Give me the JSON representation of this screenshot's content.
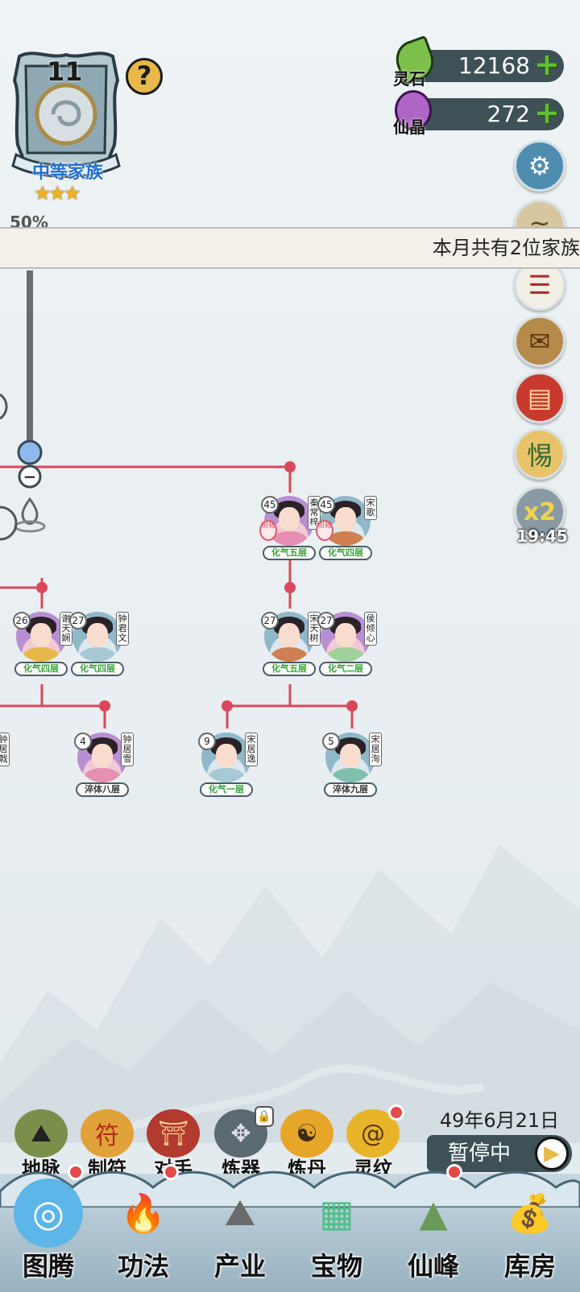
{
  "clan": {
    "level": "11",
    "name": "中等家族",
    "stars": "★★★",
    "progress": "50%",
    "help": "?"
  },
  "resources": [
    {
      "label": "灵石",
      "value": "12168",
      "color": "#7cc04b"
    },
    {
      "label": "仙晶",
      "value": "272",
      "color": "#b066c7"
    }
  ],
  "side_buttons": {
    "speed_label": "x2",
    "speed_timer": "19:45"
  },
  "notice": "本月共有2位家族",
  "tree_controls": {
    "collapse": "−"
  },
  "members": [
    {
      "id": "qin",
      "age": "45",
      "name": "秦常梓",
      "realm": "化气五层",
      "gender": "f",
      "seal": "祖籍"
    },
    {
      "id": "song-ge",
      "age": "45",
      "name": "宋歌",
      "realm": "化气四层",
      "gender": "m",
      "seal": "祖籍"
    },
    {
      "id": "xie",
      "age": "26",
      "name": "谢天娴",
      "realm": "化气四层",
      "gender": "f"
    },
    {
      "id": "zhong-junwen",
      "age": "27",
      "name": "钟君文",
      "realm": "化气四层",
      "gender": "m"
    },
    {
      "id": "song-tianshu",
      "age": "27",
      "name": "宋天树",
      "realm": "化气五层",
      "gender": "m"
    },
    {
      "id": "hou",
      "age": "27",
      "name": "侯倾心",
      "realm": "化气二层",
      "gender": "f"
    },
    {
      "id": "zhong-juxue",
      "age": "4",
      "name": "钟居雪",
      "realm": "淬体八层",
      "gender": "f"
    },
    {
      "id": "song-juyi",
      "age": "9",
      "name": "宋居逸",
      "realm": "化气一层",
      "gender": "m"
    },
    {
      "id": "song-jutao",
      "age": "5",
      "name": "宋居洵",
      "realm": "淬体九层",
      "gender": "m"
    },
    {
      "id": "partial",
      "name": "钟居戟"
    }
  ],
  "date": "49年6月21日",
  "pause_label": "暂停中",
  "tools": [
    {
      "label": "地脉",
      "icon": "earth-vein-icon"
    },
    {
      "label": "制符",
      "icon": "talisman-icon"
    },
    {
      "label": "对手",
      "icon": "rival-gate-icon"
    },
    {
      "label": "炼器",
      "icon": "forge-icon",
      "locked": true
    },
    {
      "label": "炼丹",
      "icon": "alchemy-cauldron-icon"
    },
    {
      "label": "灵纹",
      "icon": "spirit-pattern-icon"
    }
  ],
  "nav": [
    {
      "label": "图腾",
      "icon": "totem-icon"
    },
    {
      "label": "功法",
      "icon": "technique-icon"
    },
    {
      "label": "产业",
      "icon": "industry-icon"
    },
    {
      "label": "宝物",
      "icon": "treasure-icon"
    },
    {
      "label": "仙峰",
      "icon": "immortal-peak-icon"
    },
    {
      "label": "库房",
      "icon": "storehouse-icon"
    }
  ]
}
